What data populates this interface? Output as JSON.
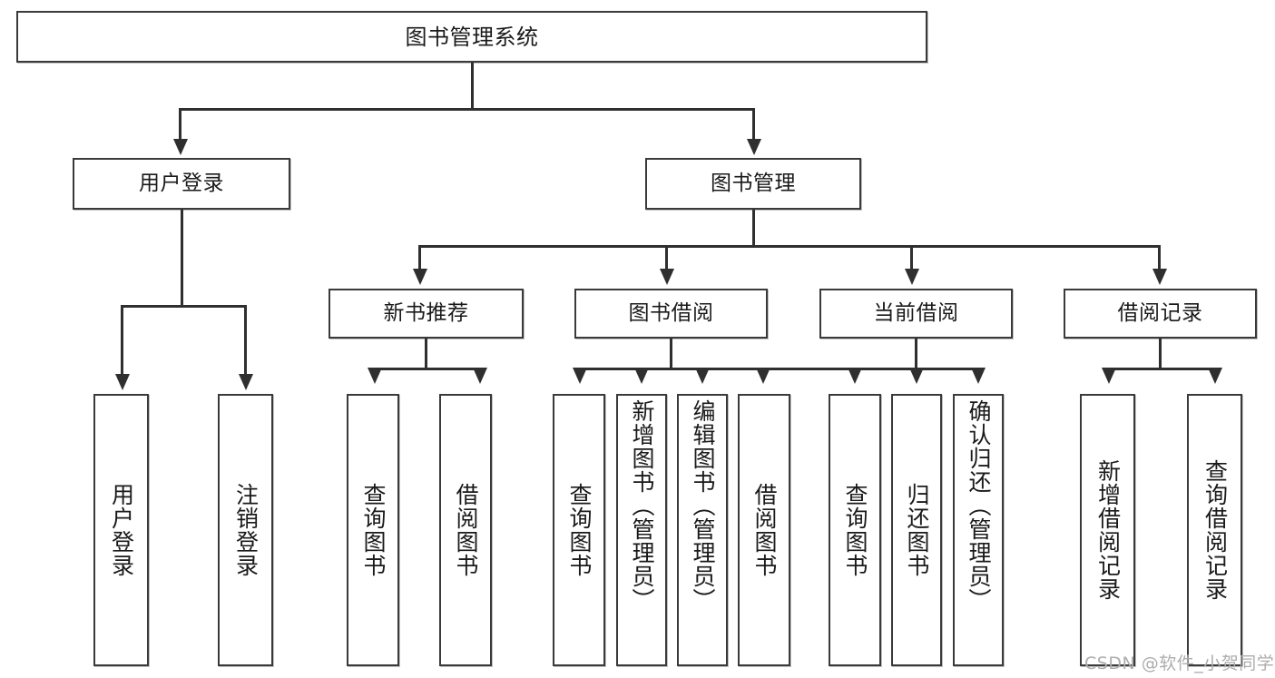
{
  "diagram": {
    "title": "图书管理系统",
    "type": "hierarchy-tree",
    "root": {
      "label": "图书管理系统"
    },
    "level2": [
      {
        "label": "用户登录"
      },
      {
        "label": "图书管理"
      }
    ],
    "level3": [
      {
        "label": "新书推荐"
      },
      {
        "label": "图书借阅"
      },
      {
        "label": "当前借阅"
      },
      {
        "label": "借阅记录"
      }
    ],
    "leaves": {
      "user_login": [
        {
          "label": "用户登录"
        },
        {
          "label": "注销登录"
        }
      ],
      "new_book_recommend": [
        {
          "label": "查询图书"
        },
        {
          "label": "借阅图书"
        }
      ],
      "book_borrow": [
        {
          "label": "查询图书"
        },
        {
          "label": "新增图书（管理员）"
        },
        {
          "label": "编辑图书（管理员）"
        },
        {
          "label": "借阅图书"
        }
      ],
      "current_borrow": [
        {
          "label": "查询图书"
        },
        {
          "label": "归还图书"
        },
        {
          "label": "确认归还（管理员）"
        }
      ],
      "borrow_record": [
        {
          "label": "新增借阅记录"
        },
        {
          "label": "查询借阅记录"
        }
      ]
    }
  },
  "watermark": {
    "text": "CSDN @软件_小贺同学"
  },
  "colors": {
    "border": "#3a3a3a",
    "line": "#2f2f2f",
    "text": "#1a1a1a",
    "background": "#ffffff",
    "watermark": "#adadad"
  }
}
